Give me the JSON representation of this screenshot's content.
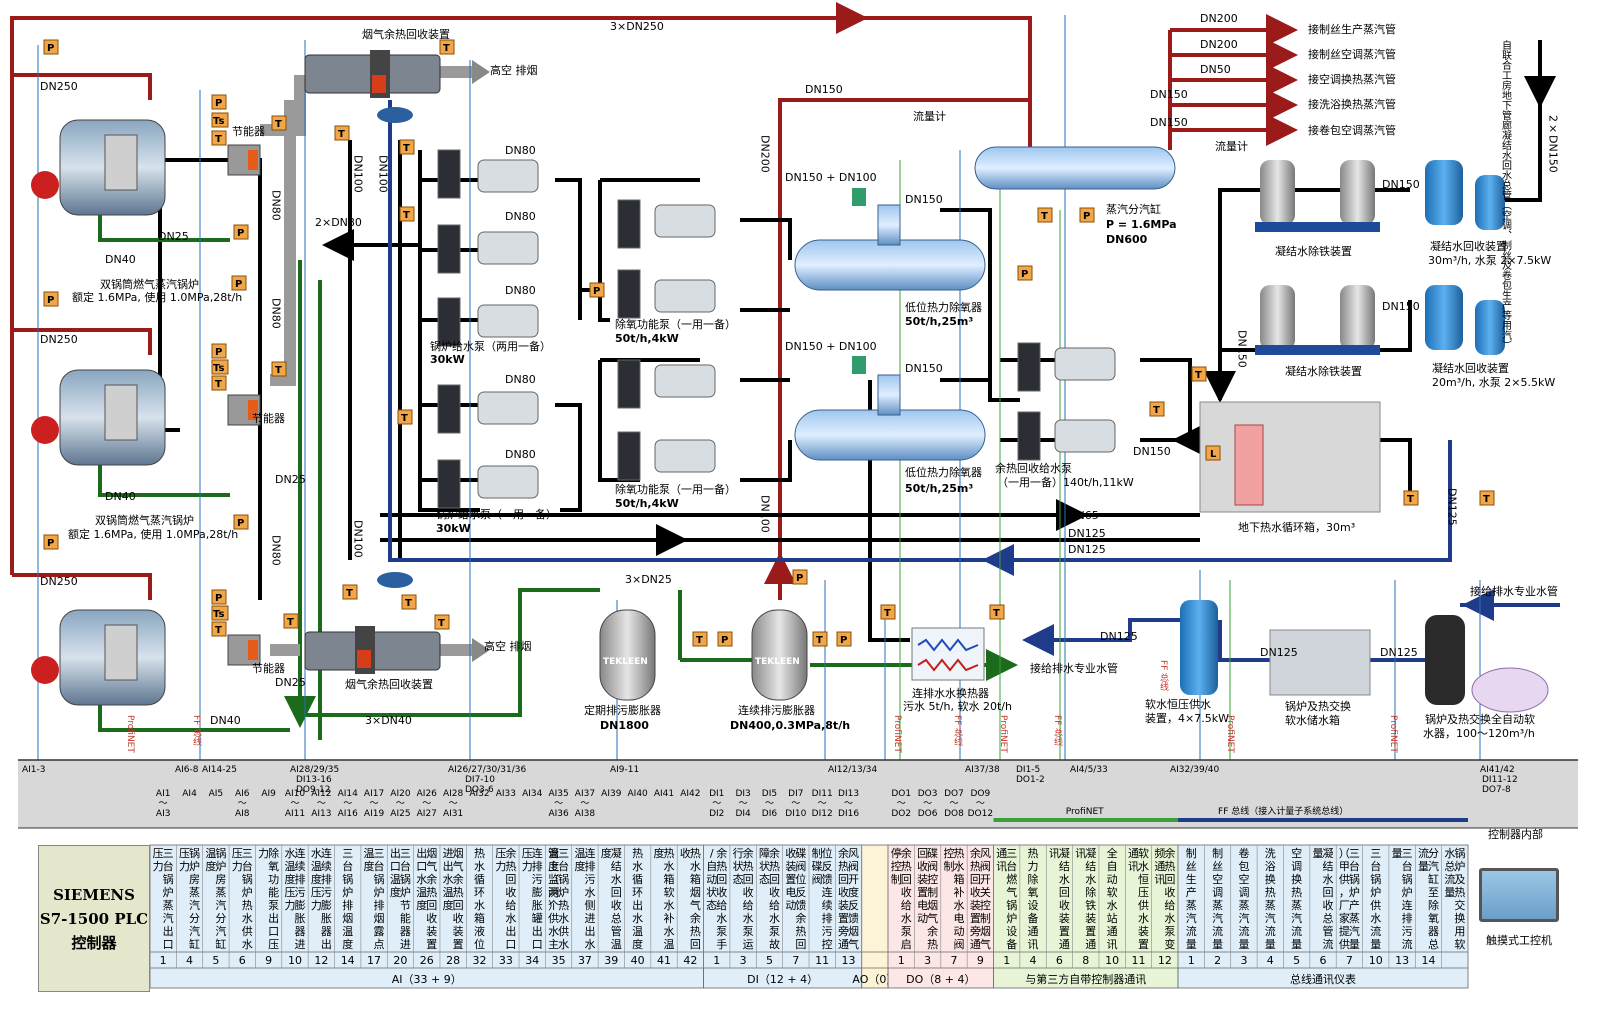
{
  "flow_labels": {
    "top_3dn250": "3×DN250",
    "dn250_a": "DN250",
    "dn250_b": "DN250",
    "dn250_c": "DN250",
    "dn40_a": "DN40",
    "dn40_b": "DN40",
    "dn40_c": "DN40",
    "dn25_a": "DN25",
    "dn25_b": "DN25",
    "dn25_c": "DN25",
    "dn80_a": "DN80",
    "dn80_b": "DN80",
    "dn80_c": "DN80",
    "dn100_a": "DN100",
    "dn100_b": "DN100",
    "dn100_c": "DN100",
    "two_dn80": "2×DN80",
    "dn200_v": "DN200",
    "dn100_v": "DN100",
    "dn150_top": "DN150",
    "dn150_dn100_a": "DN150 + DN100",
    "dn150_dn100_b": "DN150 + DN100",
    "dn150_a": "DN150",
    "dn150_b": "DN150",
    "pump_dn80_1": "DN80",
    "pump_dn80_2": "DN80",
    "pump_dn80_3": "DN80",
    "pump_dn80_4": "DN80",
    "pump_dn80_5": "DN80",
    "dn65": "DN65",
    "dn125_a": "DN125",
    "dn125_b": "DN125",
    "three_dn25": "3×DN25",
    "three_dn40": "3×DN40",
    "dn125_c": "DN125",
    "dn125_d": "DN125",
    "dn125_e": "DN125",
    "dn125_v": "DN125",
    "dn150_tank": "DN150",
    "dn150_v2": "DN150",
    "two_dn150": "2×DN150",
    "cond_dn150_a": "DN150",
    "cond_dn150_b": "DN150"
  },
  "steam_outputs": [
    {
      "size": "DN200",
      "label": "接制丝生产蒸汽管"
    },
    {
      "size": "DN200",
      "label": "接制丝空调蒸汽管"
    },
    {
      "size": "DN50",
      "label": "接空调换热蒸汽管"
    },
    {
      "size": "DN150",
      "label": "接洗浴换热蒸汽管"
    },
    {
      "size": "DN150",
      "label": "接卷包空调蒸汽管"
    }
  ],
  "equipment": {
    "flue_top": "烟气余热回收装置",
    "flue_bottom": "烟气余热回收装置",
    "exhaust_top": "高空\n排烟",
    "exhaust_bottom": "高空\n排烟",
    "economizer_1": "节能器",
    "economizer_2": "节能器",
    "economizer_3": "节能器",
    "boiler_1_name": "双锅筒燃气蒸汽锅炉",
    "boiler_1_spec": "额定 1.6MPa, 使用 1.0MPa,28t/h",
    "boiler_2_name": "双锅筒燃气蒸汽锅炉",
    "boiler_2_spec": "额定 1.6MPa, 使用 1.0MPa,28t/h",
    "feed_pump_a": "锅炉给水泵（两用一备）",
    "feed_pump_a_kw": "30kW",
    "feed_pump_b": "锅炉给水泵（一用一备）",
    "feed_pump_b_kw": "30kW",
    "deaer_pump_a": "除氧功能泵（一用一备）",
    "deaer_pump_a_spec": "50t/h,4kW",
    "deaer_pump_b": "除氧功能泵（一用一备）",
    "deaer_pump_b_spec": "50t/h,4kW",
    "deaerator_a": "低位热力除氧器",
    "deaerator_a_spec": "50t/h,25m³",
    "deaerator_b": "低位热力除氧器",
    "deaerator_b_spec": "50t/h,25m³",
    "flowmeter_a": "流量计",
    "flowmeter_b": "流量计",
    "header": "蒸汽分汽缸",
    "header_p": "P = 1.6MPa",
    "header_dn": "DN600",
    "iron_removal_a": "凝结水除铁装置",
    "iron_removal_b": "凝结水除铁装置",
    "cond_recovery_a": "凝结水回收装置",
    "cond_recovery_a_spec": "30m³/h, 水泵 2×7.5kW",
    "cond_recovery_b": "凝结水回收装置",
    "cond_recovery_b_spec": "20m³/h, 水泵 2×5.5kW",
    "joint_building": "自联合工房地下管廊凝结水回水总管（空调、制丝及卷包生产等用汽）",
    "heat_recovery_pump": "余热回收给水泵",
    "heat_recovery_pump_spec": "（一用一备）140t/h,11kW",
    "hot_water_tank": "地下热水循环箱，30m³",
    "supply_drain_main": "接给排水专业水管",
    "supply_drain_main2": "接给排水专业水管",
    "periodic_blowdown": "定期排污膨胀器",
    "periodic_blowdown_spec": "DN1800",
    "continuous_blowdown": "连续排污膨胀器",
    "continuous_blowdown_spec": "DN400,0.3MPa,8t/h",
    "tekleen": "TEKLEEN",
    "blowdown_hx": "连排水水换热器",
    "blowdown_hx_spec": "污水 5t/h, 软水 20t/h",
    "soft_const_pressure": "软水恒压供水",
    "soft_const_pressure_spec": "装置，4×7.5kW",
    "soft_storage": "锅炉及热交换",
    "soft_storage2": "软水储水箱",
    "softener": "锅炉及热交换全自动软",
    "softener_spec": "水器，100～120m³/h"
  },
  "sensors": {
    "p": "P",
    "t": "T",
    "ts": "Ts",
    "l": "L"
  },
  "bus_labels": {
    "profinet_1": "ProfiNET",
    "ff_1": "FF 总线",
    "profinet_2": "ProfiNET",
    "ff_2": "FF 总线",
    "profinet_3": "ProfiNET",
    "ff_3": "FF 总线",
    "ff_4": "FF 总线",
    "profinet_4": "ProfiNET",
    "profinet_5": "ProfiNET"
  },
  "bus_io": [
    {
      "label": "AI1-3"
    },
    {
      "label": "AI6-8"
    },
    {
      "label": "AI14-25"
    },
    {
      "label": "AI28/29/35"
    },
    {
      "label": "DI13-16"
    },
    {
      "label": "DO9-12"
    },
    {
      "label": "AI26/27/30/31/36"
    },
    {
      "label": "DI7-10"
    },
    {
      "label": "DO3-6"
    },
    {
      "label": "AI9-11"
    },
    {
      "label": "AI12/13/34"
    },
    {
      "label": "AI37/38"
    },
    {
      "label": "DI1-5"
    },
    {
      "label": "DO1-2"
    },
    {
      "label": "AI4/5/33"
    },
    {
      "label": "AI32/39/40"
    },
    {
      "label": "AI41/42"
    },
    {
      "label": "DI11-12"
    },
    {
      "label": "DO7-8"
    }
  ],
  "plc": {
    "line1": "SIEMENS",
    "line2": "S7-1500 PLC",
    "line3": "控制器"
  },
  "controller_inner": "控制器内部",
  "hmi": "触摸式工控机",
  "group_headers": {
    "profinet": "ProfiNET",
    "ff": "FF 总线（接入计量子系统总线）"
  },
  "columns": [
    {
      "io": "AI1\n～\nAI3",
      "text": "三台锅炉蒸汽出口压力",
      "n": "1"
    },
    {
      "io": "AI4",
      "text": "锅炉房蒸汽分汽缸压力",
      "n": "4"
    },
    {
      "io": "AI5",
      "text": "锅炉房蒸汽分汽缸温度",
      "n": "5"
    },
    {
      "io": "AI6\n～\nAI8",
      "text": "三台锅炉热水供水压力",
      "n": "6"
    },
    {
      "io": "AI9",
      "text": "除氧功能泵出口压力",
      "n": "9"
    },
    {
      "io": "AI10\n～\nAI11",
      "text": "连续排污膨胀器进水温度压力",
      "n": "10"
    },
    {
      "io": "AI12\n～\nAI13",
      "text": "连续排污膨胀器出水温度压力",
      "n": "12"
    },
    {
      "io": "AI14\n～\nAI16",
      "text": "三台锅炉排烟温度",
      "n": "14"
    },
    {
      "io": "AI17\n～\nAI19",
      "text": "三台锅炉排烟露点温度",
      "n": "17"
    },
    {
      "io": "AI20\n～\nAI25",
      "text": "三台锅炉节能器进出口温度",
      "n": "20"
    },
    {
      "io": "AI26\n～\nAI27",
      "text": "烟气余热回收装置出口水温度",
      "n": "26"
    },
    {
      "io": "AI28\n～\nAI31",
      "text": "烟气余热回收装置进出水温度",
      "n": "28"
    },
    {
      "io": "AI32",
      "text": "热水循环水箱液位",
      "n": "32"
    },
    {
      "io": "AI33",
      "text": "余热回收给水出口压力",
      "n": "33"
    },
    {
      "io": "AI34",
      "text": "连排污膨胀罐出口压力",
      "n": "34"
    },
    {
      "io": "AI35\n～\nAI36",
      "text": "三台锅炉热水供水温度（两个供水主管上监测）",
      "n": "35"
    },
    {
      "io": "AI37\n～\nAI38",
      "text": "连排污水侧进出水温度",
      "n": "37"
    },
    {
      "io": "AI39",
      "text": "凝结水回收总管温度",
      "n": "39"
    },
    {
      "io": "AI40",
      "text": "热水循环出水温度",
      "n": "40"
    },
    {
      "io": "AI41",
      "text": "热水箱软水补水温度",
      "n": "41"
    },
    {
      "io": "AI42",
      "text": "热水箱烟气余热回收",
      "n": "42"
    },
    {
      "io": "DI1\n～\nDI2",
      "text": "余热回收给水泵手/自动状态",
      "n": "1"
    },
    {
      "io": "DI3\n～\nDI4",
      "text": "余热回收给水泵运行状态",
      "n": "3"
    },
    {
      "io": "DI5\n～\nDI6",
      "text": "余热回收给水泵故障状态",
      "n": "5"
    },
    {
      "io": "DI7\n～\nDI10",
      "text": "碟阀位反馈余热回收装置电动",
      "n": "7"
    },
    {
      "io": "DI11\n～\nDI12",
      "text": "位反馈连续排污控制碟阀",
      "n": "11"
    },
    {
      "io": "DI13\n～\nDI16",
      "text": "风阀开度反馈烟气余热回收装置旁通",
      "n": "13"
    },
    {
      "io": "",
      "text": "",
      "n": ""
    },
    {
      "io": "DO1\n～\nDO2",
      "text": "余热回收给水泵启停控制",
      "n": "1"
    },
    {
      "io": "DO3\n～\nDO6",
      "text": "碟阀控制烟气余热回收装置电动",
      "n": "3"
    },
    {
      "io": "DO7\n～\nDO8",
      "text": "热水箱补水电动阀控制",
      "n": "7"
    },
    {
      "io": "DO9\n～\nDO12",
      "text": "风阀开关控制烟气余热回收装置旁通",
      "n": "9"
    },
    {
      "io": "",
      "text": "三台燃气锅炉设备通讯",
      "n": "1"
    },
    {
      "io": "",
      "text": "热力除氧设备通讯",
      "n": "4"
    },
    {
      "io": "",
      "text": "凝结水回收装置通讯",
      "n": "6"
    },
    {
      "io": "",
      "text": "凝结水除铁装置通讯",
      "n": "8"
    },
    {
      "io": "",
      "text": "全自动软水站通讯",
      "n": "10"
    },
    {
      "io": "",
      "text": "软水恒压供水装置通讯",
      "n": "11"
    },
    {
      "io": "",
      "text": "余热回收给水泵变频通讯",
      "n": "12"
    },
    {
      "io": "",
      "text": "制丝生产蒸汽流量",
      "n": "1"
    },
    {
      "io": "",
      "text": "制丝空调蒸汽流量",
      "n": "2"
    },
    {
      "io": "",
      "text": "卷包空调蒸汽流量",
      "n": "3"
    },
    {
      "io": "",
      "text": "洗浴换热蒸汽流量",
      "n": "4"
    },
    {
      "io": "",
      "text": "空调换热蒸汽流量",
      "n": "5"
    },
    {
      "io": "",
      "text": "凝结水回收总管流量",
      "n": "6"
    },
    {
      "io": "",
      "text": "三台锅炉产蒸汽量（甲供，厂家提供）",
      "n": "7"
    },
    {
      "io": "",
      "text": "三台锅炉供水流量",
      "n": "10"
    },
    {
      "io": "",
      "text": "三台锅炉连排污流量",
      "n": "13"
    },
    {
      "io": "",
      "text": "分汽缸至除氧器总流量",
      "n": "14"
    },
    {
      "io": "",
      "text": "锅炉及热交换用软水总流量",
      "n": ""
    }
  ],
  "groups": [
    {
      "label": "AI（33 + 9）"
    },
    {
      "label": "DI（12 + 4）"
    },
    {
      "label": "AO（0）"
    },
    {
      "label": "DO（8 + 4）"
    },
    {
      "label": "与第三方自带控制器通讯"
    },
    {
      "label": "总线通讯仪表"
    }
  ]
}
